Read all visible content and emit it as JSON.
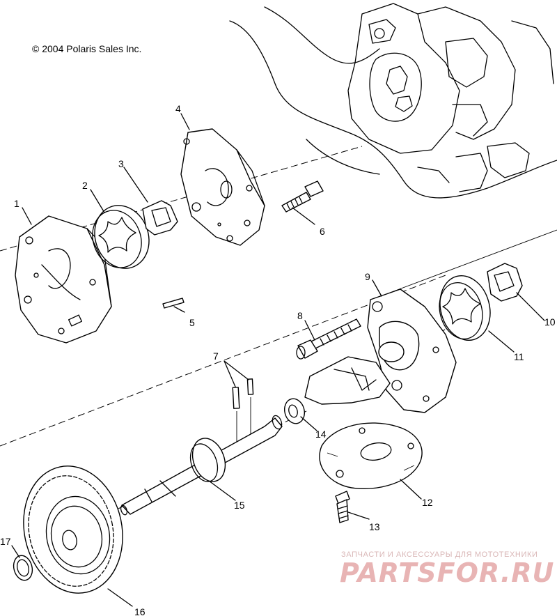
{
  "copyright": "© 2004 Polaris Sales Inc.",
  "watermark": {
    "tagline": "ЗАПЧАСТИ И АКСЕССУАРЫ ДЛЯ МОТОТЕХНИКИ",
    "logo": "PARTSFOR.RU",
    "color": "#e8b4b4"
  },
  "callouts": [
    {
      "id": "1",
      "text": "1"
    },
    {
      "id": "2",
      "text": "2"
    },
    {
      "id": "3",
      "text": "3"
    },
    {
      "id": "4",
      "text": "4"
    },
    {
      "id": "5",
      "text": "5"
    },
    {
      "id": "6",
      "text": "6"
    },
    {
      "id": "7",
      "text": "7"
    },
    {
      "id": "8",
      "text": "8"
    },
    {
      "id": "9",
      "text": "9"
    },
    {
      "id": "10",
      "text": "10"
    },
    {
      "id": "11",
      "text": "11"
    },
    {
      "id": "12",
      "text": "12"
    },
    {
      "id": "13",
      "text": "13"
    },
    {
      "id": "14",
      "text": "14"
    },
    {
      "id": "15",
      "text": "15"
    },
    {
      "id": "16",
      "text": "16"
    },
    {
      "id": "17",
      "text": "17"
    }
  ]
}
